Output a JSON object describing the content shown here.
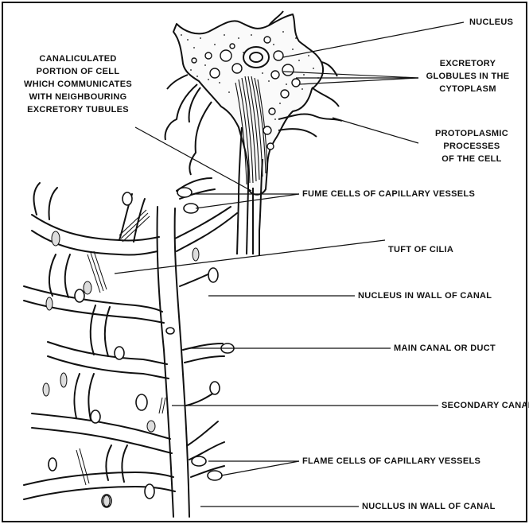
{
  "labels": {
    "nucleus": "NUCLEUS",
    "canaliculated": [
      "CANALICULATED",
      "PORTION OF CELL",
      "WHICH COMMUNICATES",
      "WITH NEIGHBOURING",
      "EXCRETORY TUBULES"
    ],
    "excretory": [
      "EXCRETORY",
      "GLOBULES IN THE",
      "CYTOPLASM"
    ],
    "protoplasmic": [
      "PROTOPLASMIC",
      "PROCESSES",
      "OF THE CELL"
    ],
    "fume_cells": "FUME CELLS OF CAPILLARY VESSELS",
    "tuft_cilia": "TUFT OF CILIA",
    "nucleus_wall": "NUCLEUS IN WALL OF CANAL",
    "main_canal": "MAIN CANAL OR DUCT",
    "secondary_canal": "SECONDARY CANAL",
    "flame_cells": "FLAME CELLS OF CAPILLARY VESSELS",
    "nucllus_wall": "NUCLLUS IN WALL OF CANAL"
  },
  "colors": {
    "ink": "#111111",
    "background": "#ffffff"
  }
}
